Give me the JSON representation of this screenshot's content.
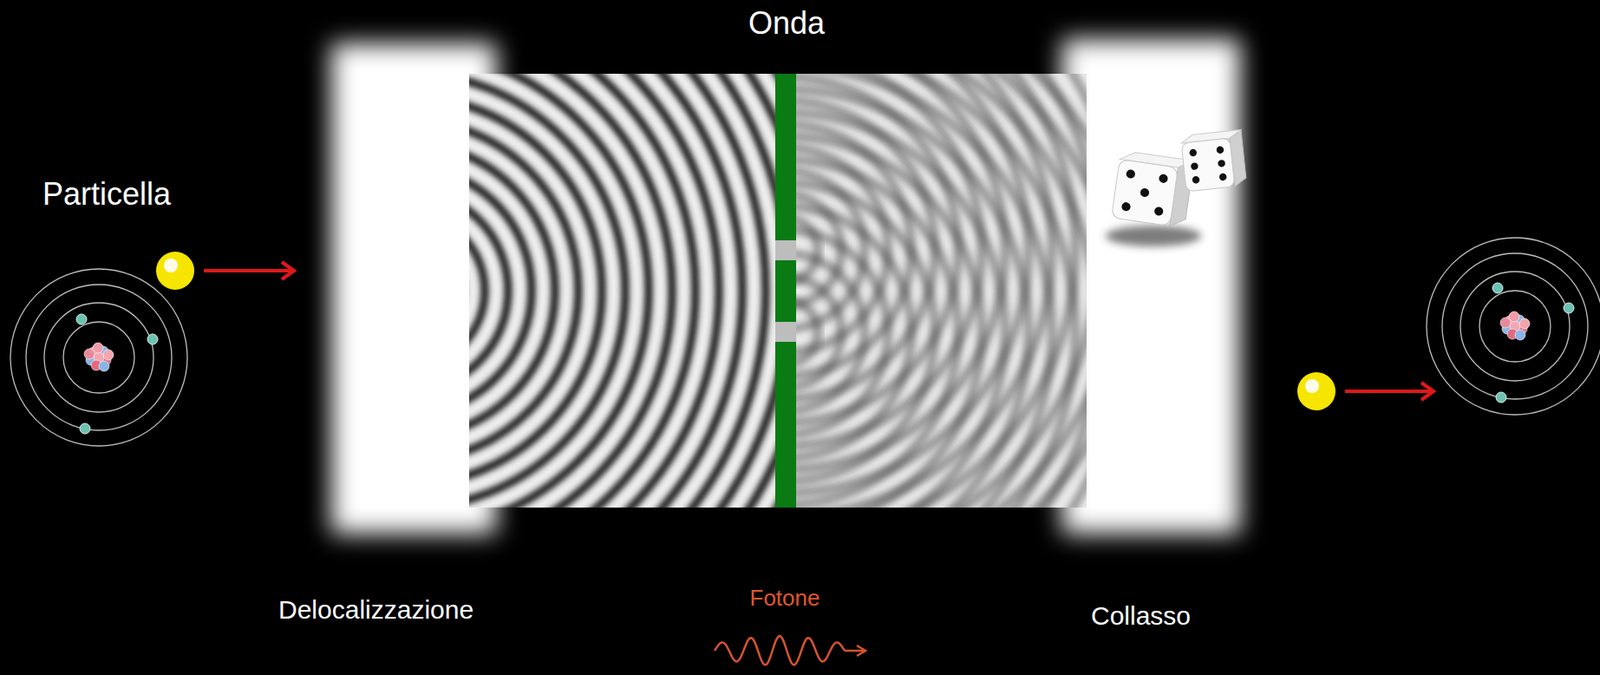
{
  "diagram": {
    "labels": [
      "Onda",
      "Particella",
      "Delocalizzazione",
      "Fotone",
      "Collasso"
    ]
  }
}
